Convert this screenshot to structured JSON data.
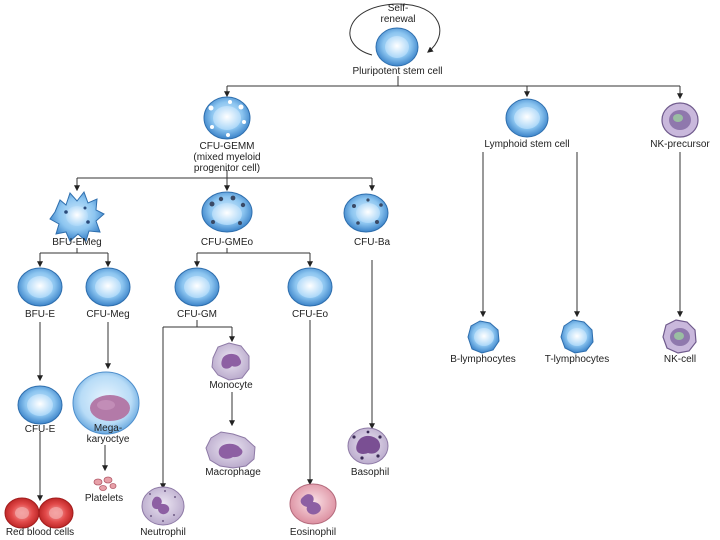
{
  "title": "",
  "colors": {
    "line": "#333333",
    "cell_blue": "#7ab8ea",
    "cell_blue_dark": "#3b83c9",
    "nucleus_blue": "#b9e0fb",
    "nk_purple": "#9a7fb4",
    "nk_green": "#8fc79a",
    "mature_pink": "#a98bc4",
    "rbc_red": "#d83a3a",
    "eosinophil_pink": "#e8a9b6"
  },
  "labels": {
    "self_renewal": "Self-\nrenewal",
    "pluripotent": "Pluripotent stem cell",
    "cfu_gemm": "CFU-GEMM\n(mixed myeloid\nprogenitor cell)",
    "lymphoid": "Lymphoid stem cell",
    "nk_precursor": "NK-precursor",
    "bfu_emeg": "BFU-EMeg",
    "cfu_gmeo": "CFU-GMEo",
    "cfu_ba": "CFU-Ba",
    "bfu_e": "BFU-E",
    "cfu_meg": "CFU-Meg",
    "cfu_gm": "CFU-GM",
    "cfu_eo": "CFU-Eo",
    "b_lymphocytes": "B-lymphocytes",
    "t_lymphocytes": "T-lymphocytes",
    "nk_cell": "NK-cell",
    "cfu_e": "CFU-E",
    "megakaryocyte": "Mega-\nkaryoctye",
    "monocyte": "Monocyte",
    "macrophage": "Macrophage",
    "basophil": "Basophil",
    "platelets": "Platelets",
    "red_blood_cells": "Red blood cells",
    "neutrophil": "Neutrophil",
    "eosinophil": "Eosinophil"
  }
}
